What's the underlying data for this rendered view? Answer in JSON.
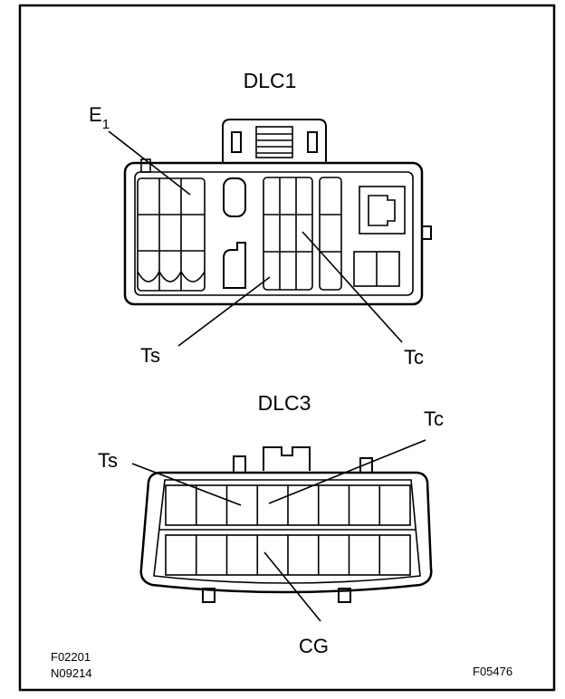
{
  "dlc1": {
    "title": "DLC1",
    "labels": {
      "e1_main": "E",
      "e1_sub": "1",
      "ts": "Ts",
      "tc": "Tc"
    }
  },
  "dlc3": {
    "title": "DLC3",
    "labels": {
      "ts": "Ts",
      "tc": "Tc",
      "cg": "CG"
    }
  },
  "codes": {
    "bottom_left": [
      "F02201",
      "N09214"
    ],
    "bottom_right": "F05476"
  },
  "colors": {
    "ink": "#000000",
    "paper": "#ffffff"
  }
}
